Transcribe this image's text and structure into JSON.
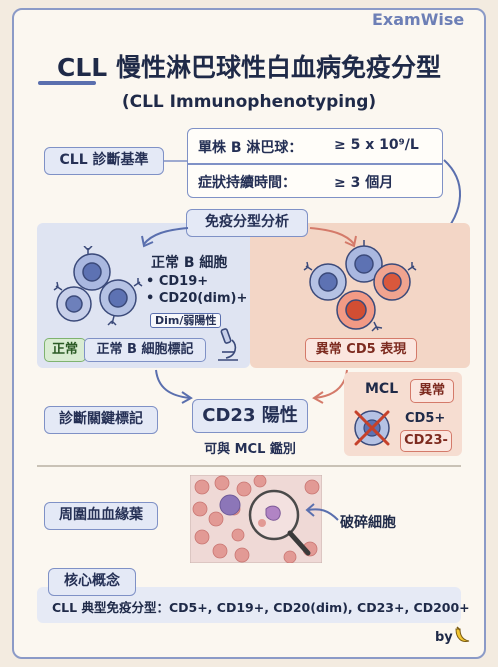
{
  "brand": "ExamWise",
  "title": "CLL 慢性淋巴球性白血病免疫分型",
  "subtitle": "(CLL Immunophenotyping)",
  "criteria": {
    "label": "CLL 診斷基準",
    "rows": [
      {
        "key": "單株 B 淋巴球：",
        "value": "≥ 5 x 10⁹/L"
      },
      {
        "key": "症狀持續時間：",
        "value": "≥ 3 個月"
      }
    ]
  },
  "analysis_label": "免疫分型分析",
  "normal": {
    "title": "正常 B 細胞",
    "markers": [
      "• CD19+",
      "• CD20(dim)+"
    ],
    "dim_note": "Dim/弱陽性",
    "status_tag": "正常",
    "label": "正常 B 細胞標記"
  },
  "abnormal": {
    "label": "異常 CD5 表現"
  },
  "key_marker": {
    "label": "診斷關鍵標記",
    "value": "CD23 陽性",
    "note": "可與 MCL 鑑別"
  },
  "mcl": {
    "name": "MCL",
    "status_tag": "異常",
    "markers": [
      "CD5+",
      "CD23-"
    ]
  },
  "smear": {
    "label": "周圍血血緣葉",
    "callout": "破碎細胞"
  },
  "concept": {
    "label": "核心概念",
    "text": "CLL 典型免疫分型：CD5+, CD19+, CD20(dim), CD23+, CD200+"
  },
  "footer": "by",
  "colors": {
    "accent": "#6d7fb6",
    "border": "#7f91c6",
    "normal_panel": "#dfe4f2",
    "abnormal_panel": "#f3d6c6",
    "normal_green": "#7fb36f",
    "abnormal_red": "#d47a6a"
  },
  "icons": [
    "microscope-icon",
    "magnifier-icon",
    "banana-icon",
    "cross-mark-icon"
  ]
}
